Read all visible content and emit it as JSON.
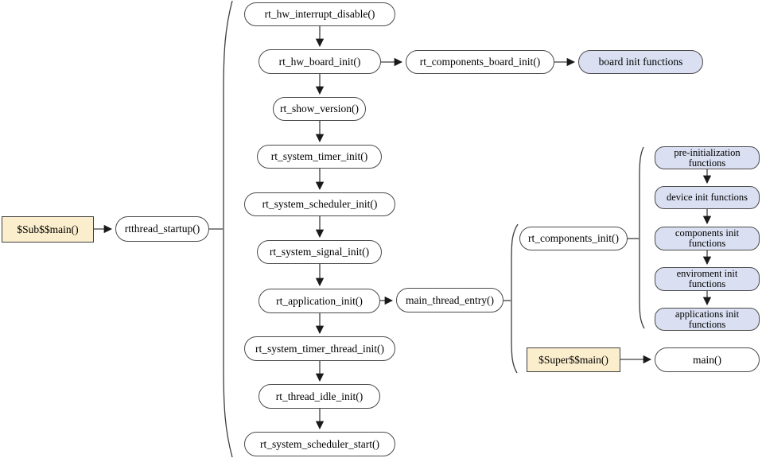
{
  "diagram": {
    "description": "RT-Thread startup sequence flowchart",
    "colors": {
      "background": "#ffffff",
      "node_border": "#4a4a4a",
      "tan_fill": "#fbeecd",
      "blue_fill": "#dae0f2",
      "white_fill": "#ffffff",
      "line": "#3d3d3d",
      "text": "#000000"
    }
  },
  "nodes": {
    "sub_main": "$Sub$$main()",
    "rtthread_startup": "rtthread_startup()",
    "hw_interrupt_disable": "rt_hw_interrupt_disable()",
    "hw_board_init": "rt_hw_board_init()",
    "components_board_init": "rt_components_board_init()",
    "board_init_functions": "board init functions",
    "show_version": "rt_show_version()",
    "system_timer_init": "rt_system_timer_init()",
    "system_scheduler_init": "rt_system_scheduler_init()",
    "system_signal_init": "rt_system_signal_init()",
    "application_init": "rt_application_init()",
    "main_thread_entry": "main_thread_entry()",
    "components_init": "rt_components_init()",
    "pre_initialization_functions": "pre-initialization functions",
    "device_init_functions": "device init functions",
    "components_init_functions": "components init functions",
    "enviroment_init_functions": "enviroment init functions",
    "applications_init_functions": "applications init functions",
    "super_main": "$Super$$main()",
    "main": "main()",
    "system_timer_thread_init": "rt_system_timer_thread_init()",
    "thread_idle_init": "rt_thread_idle_init()",
    "system_scheduler_start": "rt_system_scheduler_start()"
  },
  "connections": [
    {
      "from": "sub_main",
      "to": "rtthread_startup",
      "type": "arrow"
    },
    {
      "from": "rtthread_startup",
      "to": "startup-brace",
      "type": "dash"
    },
    {
      "from": "hw_interrupt_disable",
      "to": "hw_board_init",
      "type": "arrow"
    },
    {
      "from": "hw_board_init",
      "to": "components_board_init",
      "type": "arrow"
    },
    {
      "from": "components_board_init",
      "to": "board_init_functions",
      "type": "arrow"
    },
    {
      "from": "hw_board_init",
      "to": "show_version",
      "type": "arrow"
    },
    {
      "from": "show_version",
      "to": "system_timer_init",
      "type": "arrow"
    },
    {
      "from": "system_timer_init",
      "to": "system_scheduler_init",
      "type": "arrow"
    },
    {
      "from": "system_scheduler_init",
      "to": "system_signal_init",
      "type": "arrow"
    },
    {
      "from": "system_signal_init",
      "to": "application_init",
      "type": "arrow"
    },
    {
      "from": "application_init",
      "to": "main_thread_entry",
      "type": "arrow"
    },
    {
      "from": "main_thread_entry",
      "to": "main-group-brace",
      "type": "dash"
    },
    {
      "from": "application_init",
      "to": "system_timer_thread_init",
      "type": "arrow"
    },
    {
      "from": "system_timer_thread_init",
      "to": "thread_idle_init",
      "type": "arrow"
    },
    {
      "from": "thread_idle_init",
      "to": "system_scheduler_start",
      "type": "arrow"
    },
    {
      "from": "components_init",
      "to": "init-functions-brace",
      "type": "dash"
    },
    {
      "from": "pre_initialization_functions",
      "to": "device_init_functions",
      "type": "arrow"
    },
    {
      "from": "device_init_functions",
      "to": "components_init_functions",
      "type": "arrow"
    },
    {
      "from": "components_init_functions",
      "to": "enviroment_init_functions",
      "type": "arrow"
    },
    {
      "from": "enviroment_init_functions",
      "to": "applications_init_functions",
      "type": "arrow"
    },
    {
      "from": "super_main",
      "to": "main",
      "type": "arrow"
    }
  ]
}
